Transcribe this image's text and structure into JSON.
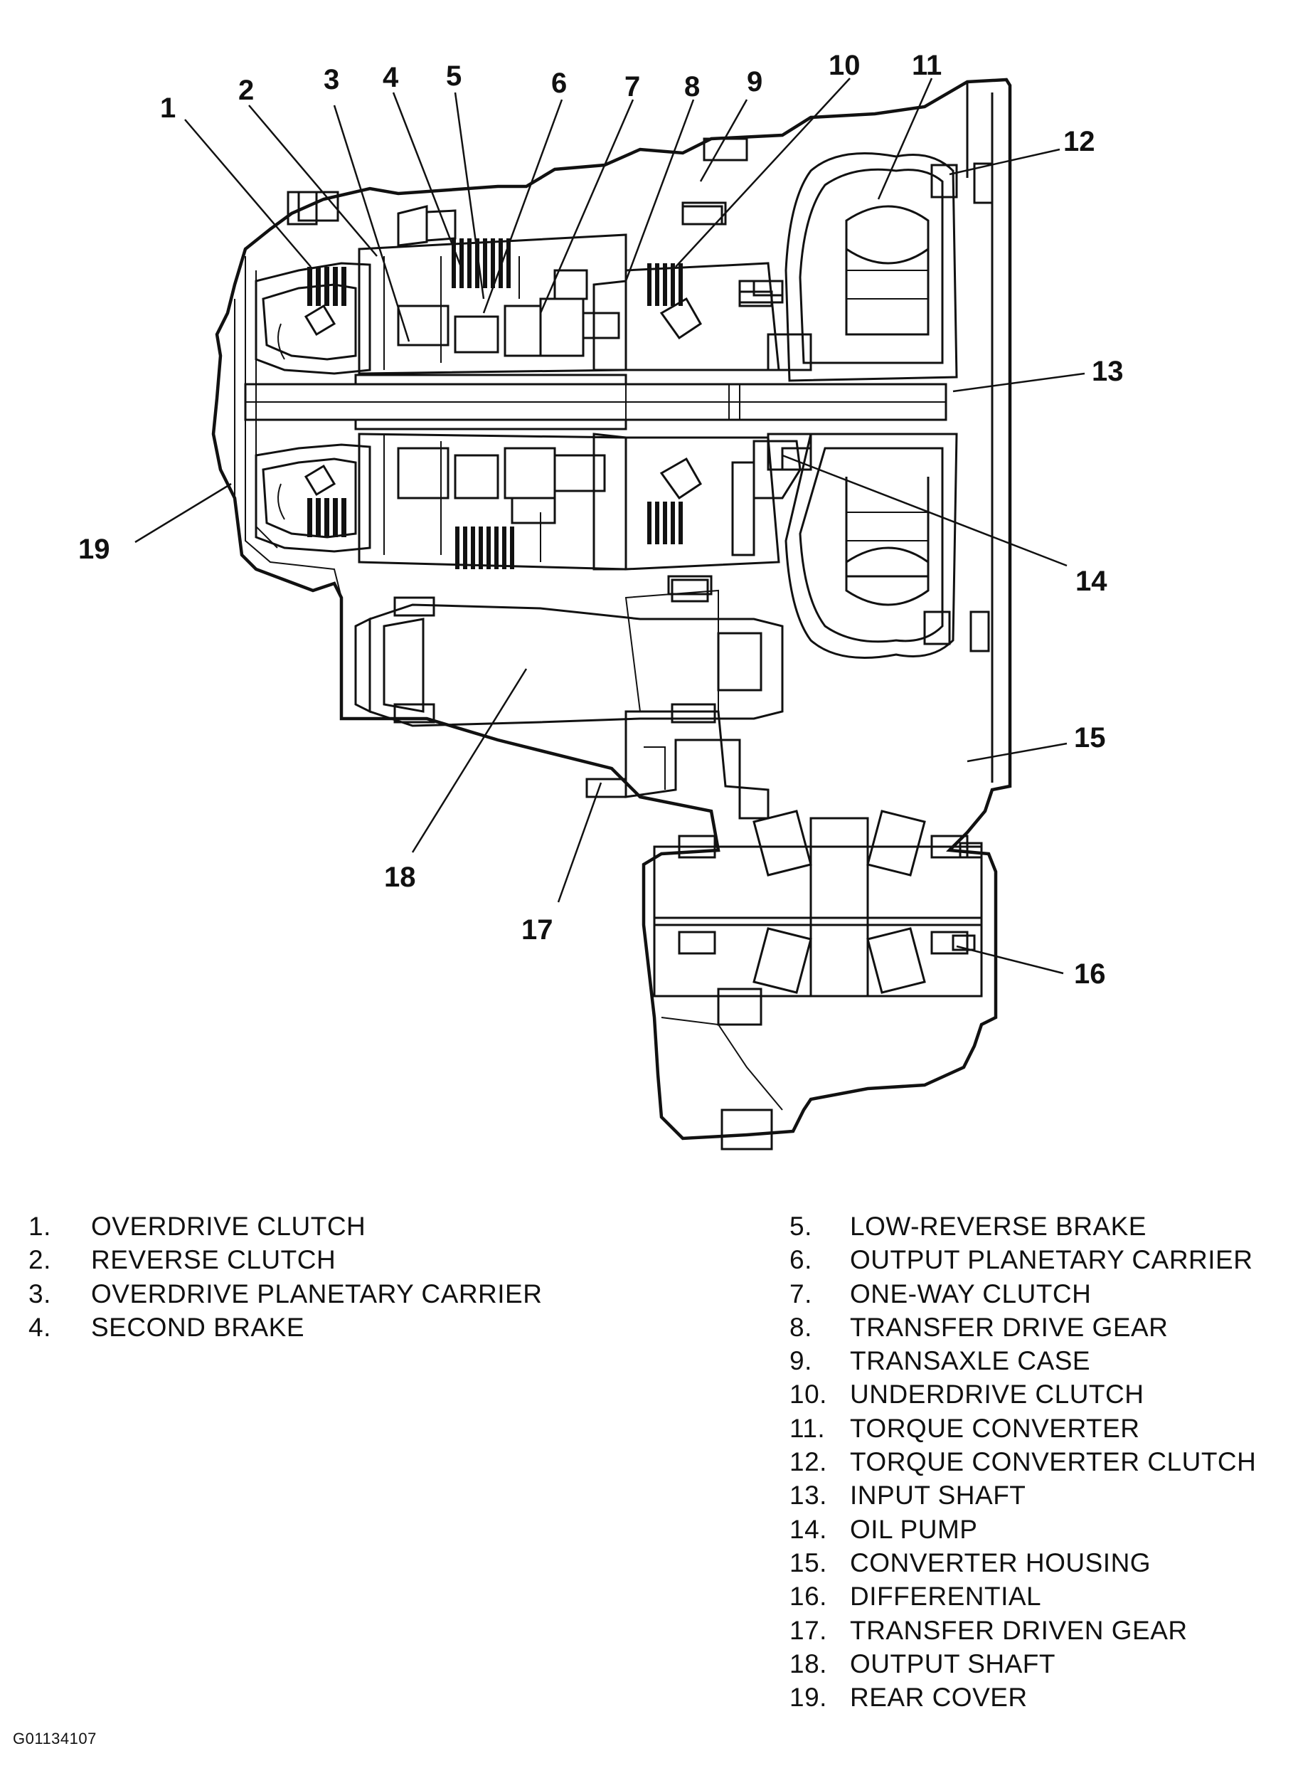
{
  "callouts": [
    "1",
    "2",
    "3",
    "4",
    "5",
    "6",
    "7",
    "8",
    "9",
    "10",
    "11",
    "12",
    "13",
    "14",
    "15",
    "16",
    "17",
    "18",
    "19"
  ],
  "legend_left": [
    {
      "num": "1.",
      "label": "OVERDRIVE CLUTCH"
    },
    {
      "num": "2.",
      "label": "REVERSE CLUTCH"
    },
    {
      "num": "3.",
      "label": "OVERDRIVE PLANETARY CARRIER"
    },
    {
      "num": "4.",
      "label": "SECOND BRAKE"
    }
  ],
  "legend_right": [
    {
      "num": "5.",
      "label": "LOW-REVERSE BRAKE"
    },
    {
      "num": "6.",
      "label": "OUTPUT PLANETARY CARRIER"
    },
    {
      "num": "7.",
      "label": "ONE-WAY CLUTCH"
    },
    {
      "num": "8.",
      "label": "TRANSFER DRIVE GEAR"
    },
    {
      "num": "9.",
      "label": "TRANSAXLE CASE"
    },
    {
      "num": "10.",
      "label": "UNDERDRIVE CLUTCH"
    },
    {
      "num": "11.",
      "label": "TORQUE CONVERTER"
    },
    {
      "num": "12.",
      "label": "TORQUE CONVERTER CLUTCH"
    },
    {
      "num": "13.",
      "label": "INPUT SHAFT"
    },
    {
      "num": "14.",
      "label": "OIL PUMP"
    },
    {
      "num": "15.",
      "label": "CONVERTER HOUSING"
    },
    {
      "num": "16.",
      "label": "DIFFERENTIAL"
    },
    {
      "num": "17.",
      "label": "TRANSFER DRIVEN GEAR"
    },
    {
      "num": "18.",
      "label": "OUTPUT SHAFT"
    },
    {
      "num": "19.",
      "label": "REAR COVER"
    }
  ],
  "figure_code": "G01134107"
}
